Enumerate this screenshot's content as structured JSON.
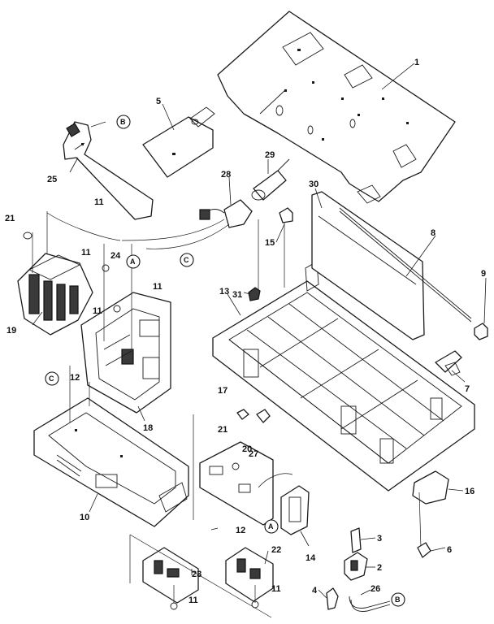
{
  "callouts": {
    "c1": "1",
    "c2": "2",
    "c3": "3",
    "c4": "4",
    "c5": "5",
    "c6": "6",
    "c7": "7",
    "c8": "8",
    "c9": "9",
    "c10": "10",
    "c11a": "11",
    "c11b": "11",
    "c11c": "11",
    "c11d": "11",
    "c11e": "11",
    "c11f": "11",
    "c12a": "12",
    "c12b": "12",
    "c13": "13",
    "c14": "14",
    "c15": "15",
    "c16": "16",
    "c17": "17",
    "c18": "18",
    "c19": "19",
    "c20": "20",
    "c21a": "21",
    "c21b": "21",
    "c22": "22",
    "c23": "23",
    "c24": "24",
    "c25": "25",
    "c26": "26",
    "c27": "27",
    "c28": "28",
    "c29": "29",
    "c30": "30",
    "c31": "31"
  },
  "refs": {
    "a1": "A",
    "a2": "A",
    "b1": "B",
    "b2": "B",
    "c1": "C",
    "c2": "C"
  }
}
